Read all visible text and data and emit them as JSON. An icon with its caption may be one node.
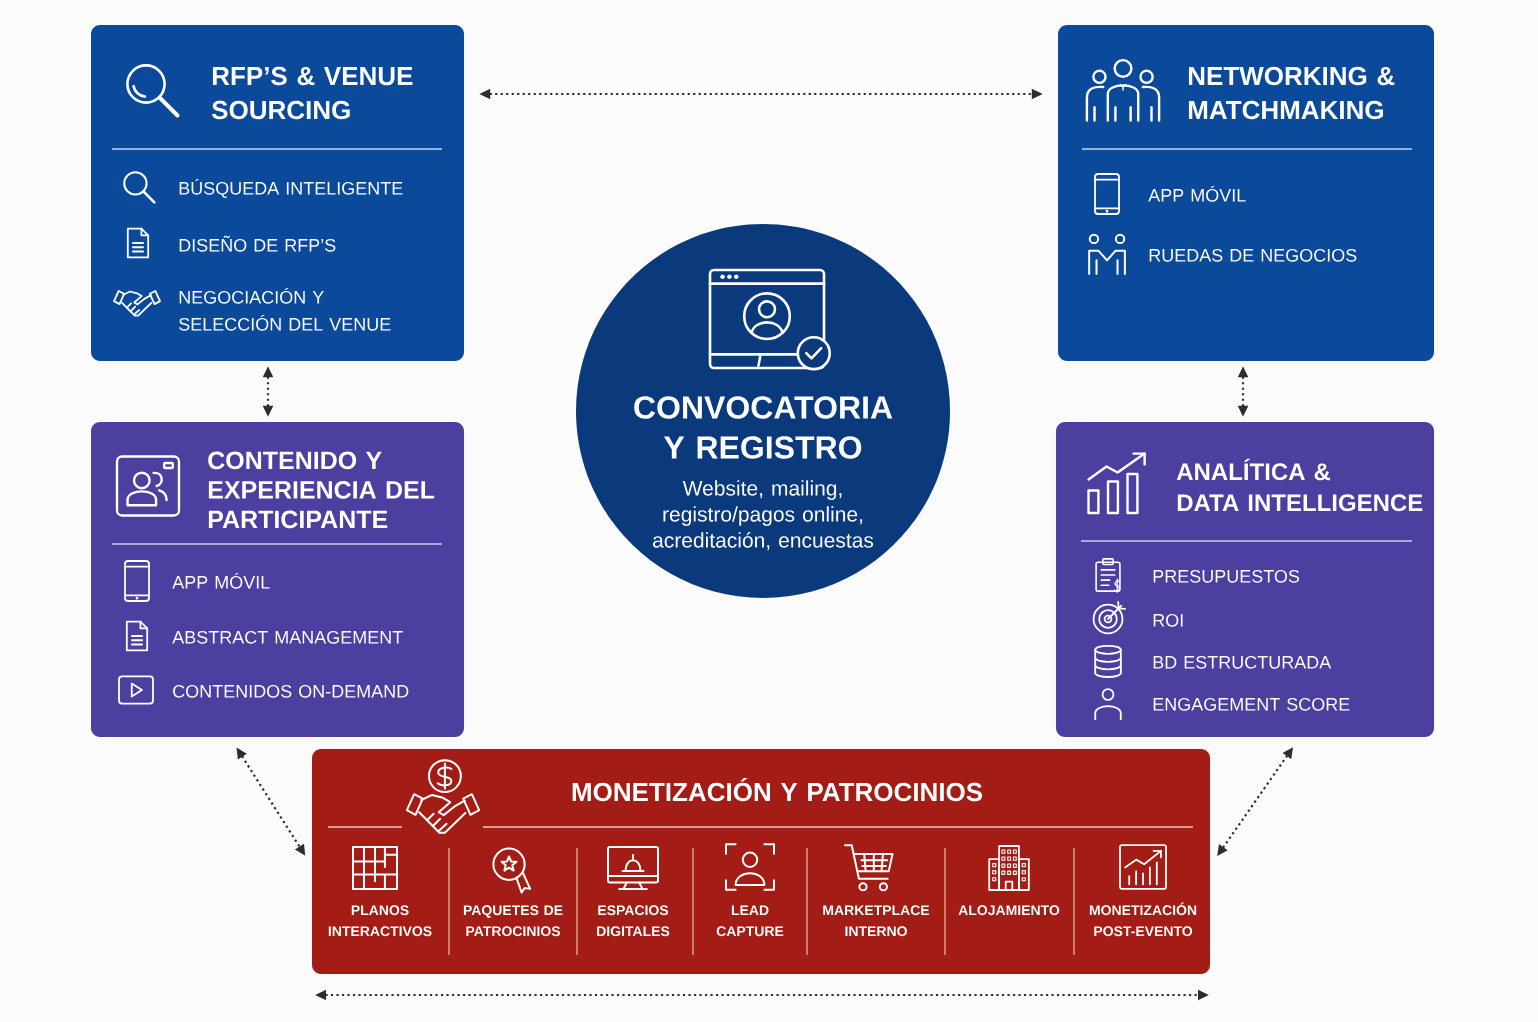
{
  "diagram": {
    "nodes": [
      {
        "text": [
          "RFP’S & VENUE SOURCING",
          "BÚSQUEDA INTELIGENTE",
          "DISEÑO DE RFP’S",
          "NEGOCIACIÓN Y SELECCIÓN DEL VENUE"
        ]
      },
      {
        "text": [
          "NETWORKING & MATCHMAKING",
          "APP MÓVIL",
          "RUEDAS DE NEGOCIOS"
        ]
      },
      {
        "text": [
          "CONVOCATORIA Y REGISTRO",
          "Website, mailing, registro/pagos online, acreditación, encuestas"
        ]
      },
      {
        "text": [
          "CONTENIDO Y EXPERIENCIA DEL PARTICIPANTE",
          "APP MÓVIL",
          "ABSTRACT MANAGEMENT",
          "CONTENIDOS ON-DEMAND"
        ]
      },
      {
        "text": [
          "ANALÍTICA & DATA INTELLIGENCE",
          "PRESUPUESTOS",
          "ROI",
          "BD ESTRUCTURADA",
          "ENGAGEMENT SCORE"
        ]
      },
      {
        "text": [
          "MONETIZACIÓN Y PATROCINIOS",
          "PLANOS INTERACTIVOS",
          "PAQUETES DE PATROCINIOS",
          "ESPACIOS DIGITALES",
          "LEAD CAPTURE",
          "MARKETPLACE INTERNO",
          "ALOJAMIENTO",
          "MONETIZACIÓN POST-EVENTO"
        ]
      }
    ],
    "edges": [
      {
        "from": 0,
        "to": 1,
        "arrow": "both",
        "style": "dashed"
      },
      {
        "from": 0,
        "to": 3,
        "arrow": "both",
        "style": "dashed"
      },
      {
        "from": 1,
        "to": 4,
        "arrow": "both",
        "style": "dashed"
      },
      {
        "from": 3,
        "to": 5,
        "arrow": "both",
        "style": "dashed"
      },
      {
        "from": 4,
        "to": 5,
        "arrow": "both",
        "style": "dashed"
      }
    ]
  }
}
